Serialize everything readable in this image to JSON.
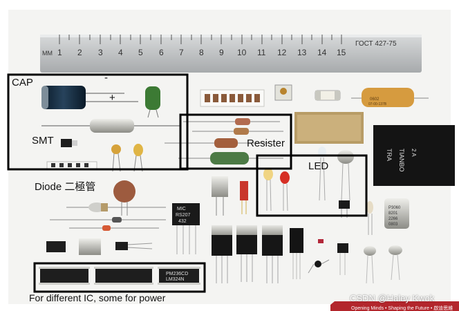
{
  "annotations": {
    "cap": "CAP",
    "minus_sign": "-",
    "plus_sign": "+",
    "smt": "SMT",
    "resister": "Resister",
    "led": "LED",
    "diode": "Diode 二極管",
    "ic": "For different IC, some for power"
  },
  "watermark": "CSDN @Haley Kwok",
  "footer_strip": "Opening Minds • Shaping the Future • 啟迪思維",
  "ruler": {
    "unit": "MM",
    "numbers": [
      "1",
      "2",
      "3",
      "4",
      "5",
      "6",
      "7",
      "8",
      "9",
      "10",
      "11",
      "12",
      "13",
      "14",
      "15"
    ],
    "standard": "ГОСТ 427-75"
  },
  "component_markings": {
    "bridge_rectifier": [
      "MIC",
      "RS207",
      "432"
    ],
    "ic_chip_3": [
      "PM236CD",
      "LM324N"
    ],
    "crystal": [
      "P3060",
      "8201",
      "2266",
      "0803"
    ],
    "relay": [
      "TRA",
      "TIANBO",
      "2 A"
    ],
    "fuse": [
      "0602",
      "07-00-137B"
    ]
  },
  "colors": {
    "box_outline": "#000000",
    "background": "#f4f4f2",
    "ruler": "#c9cccd",
    "footer_red": "#b3262c"
  }
}
